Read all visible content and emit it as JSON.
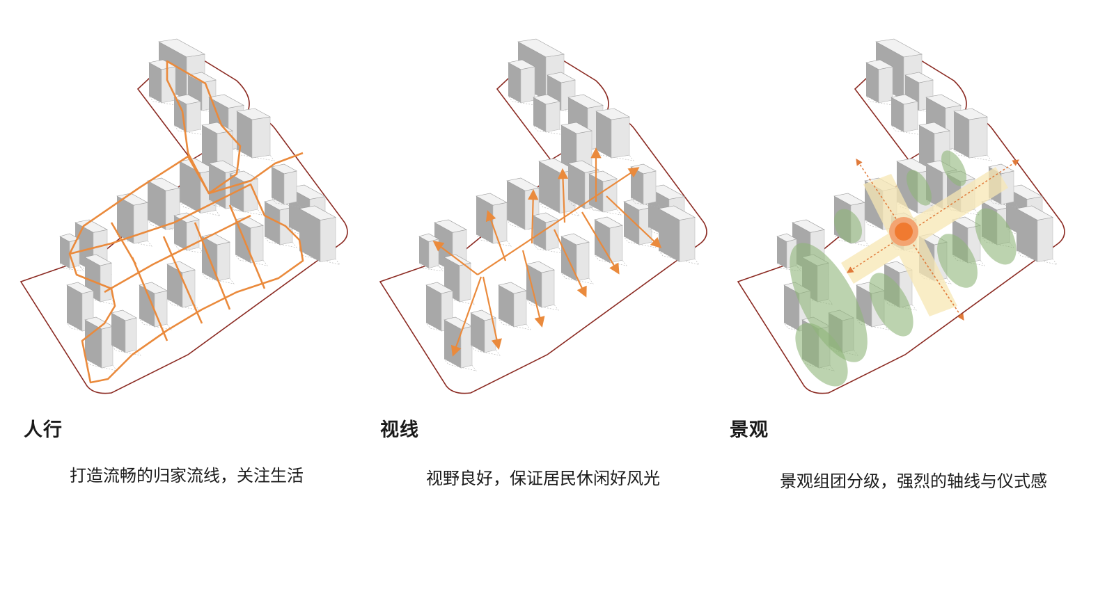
{
  "panels": [
    {
      "title": "人行",
      "caption": "打造流畅的归家流线，关注生活"
    },
    {
      "title": "视线",
      "caption": "视野良好，保证居民休闲好风光"
    },
    {
      "title": "景观",
      "caption": "景观组团分级，强烈的轴线与仪式感"
    }
  ],
  "colors": {
    "route_orange": "#ea8a3c",
    "site_boundary": "#8b2a22",
    "green_zone": "#8fb57a",
    "axis_yellow": "#f7e7b4",
    "node_orange": "#f07a30"
  }
}
